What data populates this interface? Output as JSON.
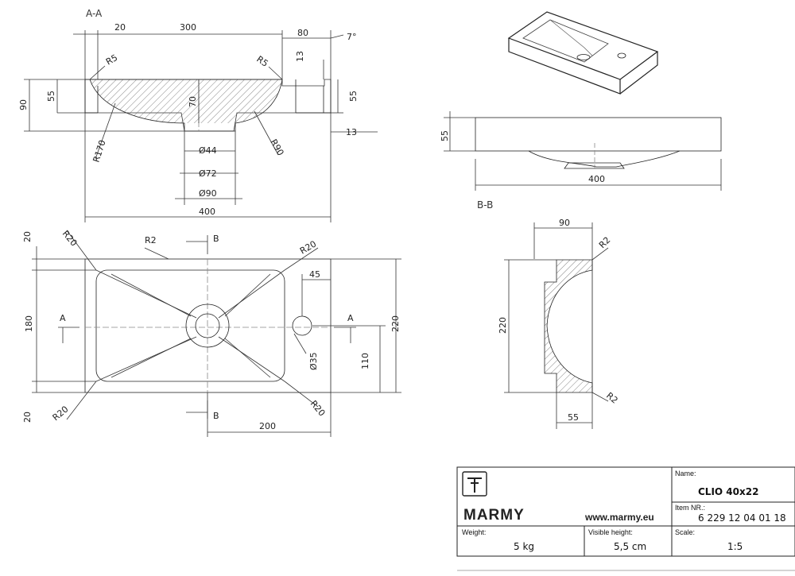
{
  "sections": {
    "aa": "A-A",
    "bb": "B-B",
    "cut_a_left": "A",
    "cut_a_right": "A",
    "cut_b_top": "B",
    "cut_b_bottom": "B"
  },
  "view_aa": {
    "d20": "20",
    "d300": "300",
    "d80": "80",
    "d7deg": "7°",
    "r5_left": "R5",
    "r5_right": "R5",
    "d13_top": "13",
    "d90": "90",
    "d55_left": "55",
    "d70": "70",
    "d55_right": "55",
    "r170": "R170",
    "r90": "R90",
    "d13_right": "13",
    "o44": "Ø44",
    "o72": "Ø72",
    "o90": "Ø90",
    "d400": "400"
  },
  "view_top": {
    "d20_top": "20",
    "r20_tl": "R20",
    "r2": "R2",
    "r20_tr": "R20",
    "d45": "45",
    "d180": "180",
    "d220": "220",
    "o35": "Ø35",
    "d110": "110",
    "d20_bottom": "20",
    "r20_bl": "R20",
    "r20_br": "R20",
    "d200": "200"
  },
  "view_front": {
    "d55": "55",
    "d400": "400"
  },
  "view_bb": {
    "d90": "90",
    "r2_top": "R2",
    "d220": "220",
    "r2_bottom": "R2",
    "d55": "55"
  },
  "title_block": {
    "brand": "MARMY",
    "website": "www.marmy.eu",
    "name_label": "Name:",
    "name_value": "CLIO 40x22",
    "item_label": "Item NR.:",
    "item_value": "6 229 12 04 01 18",
    "weight_label": "Weight:",
    "weight_value": "5 kg",
    "height_label": "Visible height:",
    "height_value": "5,5 cm",
    "scale_label": "Scale:",
    "scale_value": "1:5"
  }
}
